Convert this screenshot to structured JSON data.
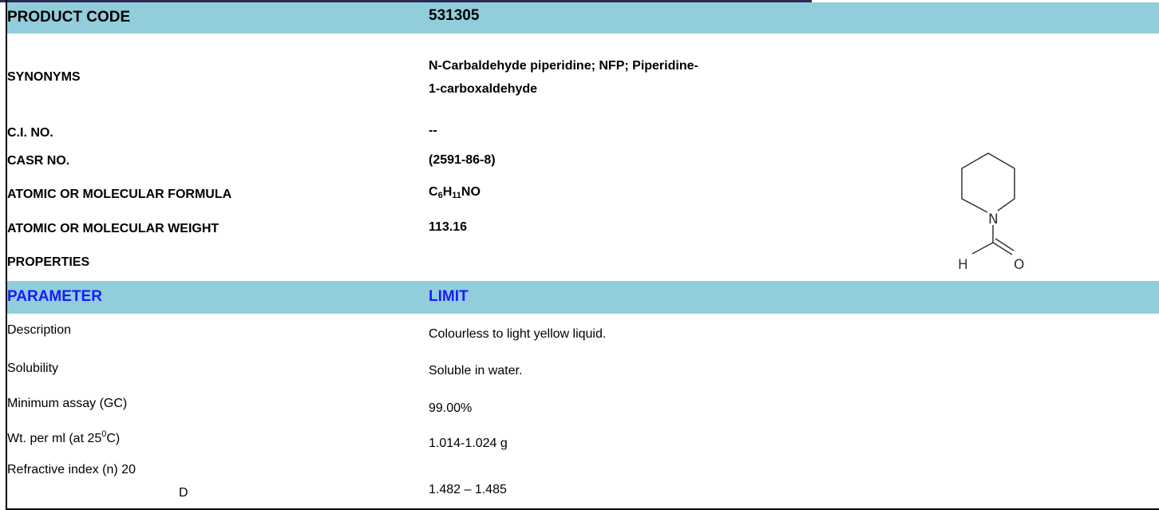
{
  "header": {
    "product_code_label": "PRODUCT CODE",
    "product_code_value": "531305"
  },
  "info": {
    "synonyms_label": "SYNONYMS",
    "synonyms_value_line1": "N-Carbaldehyde piperidine; NFP; Piperidine-",
    "synonyms_value_line2": "1-carboxaldehyde",
    "ci_label": "C.I. NO.",
    "ci_value": "--",
    "casr_label": "CASR NO.",
    "casr_value": "(2591-86-8)",
    "formula_label": "ATOMIC OR MOLECULAR FORMULA",
    "formula_c": "C",
    "formula_c_sub": "6",
    "formula_h": "H",
    "formula_h_sub": "11",
    "formula_rest": "NO",
    "weight_label": "ATOMIC OR MOLECULAR WEIGHT",
    "weight_value": "113.16",
    "properties_label": "PROPERTIES"
  },
  "structure": {
    "atom_n": "N",
    "atom_h": "H",
    "atom_o": "O"
  },
  "spec_header": {
    "parameter": "PARAMETER",
    "limit": "LIMIT"
  },
  "spec_rows": [
    {
      "param": "Description",
      "limit": "Colourless to light yellow liquid."
    },
    {
      "param": "Solubility",
      "limit": "Soluble in water."
    },
    {
      "param": "Minimum assay (GC)",
      "limit": "99.00%"
    },
    {
      "param_prefix": "Wt. per ml (at 25",
      "param_sup": "0",
      "param_suffix": "C)",
      "limit": "1.014-1.024 g"
    },
    {
      "param": "Refractive index (n) 20",
      "param_sub_line": "D",
      "limit": "1.482 – 1.485"
    }
  ],
  "colors": {
    "header_bar": "#92cddc",
    "header_text_blue": "#1a1aff",
    "top_rule": "#2a2a55"
  }
}
